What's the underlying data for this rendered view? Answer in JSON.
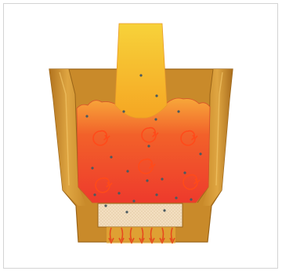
{
  "diagram": {
    "subject": "furnace-cross-section",
    "colors": {
      "vessel_wall": "#c98a2a",
      "vessel_wall_dark": "#9a6418",
      "vessel_wall_light": "#e8b24e",
      "inner_lining": "#b27a22",
      "charge_column_top": "#f7d23a",
      "charge_column_bottom": "#f5a623",
      "melt_top": "#f7a83a",
      "melt_mid": "#f2612a",
      "melt_bottom": "#ee3a2c",
      "circulation_arrows": "#ff4a1a",
      "filter_block": "#f3dfc0",
      "outflow_arrows": "#e64a1e",
      "particles": "#4a5a60"
    },
    "counts": {
      "circulation_loops": 6,
      "outflow_streams": 7
    }
  }
}
